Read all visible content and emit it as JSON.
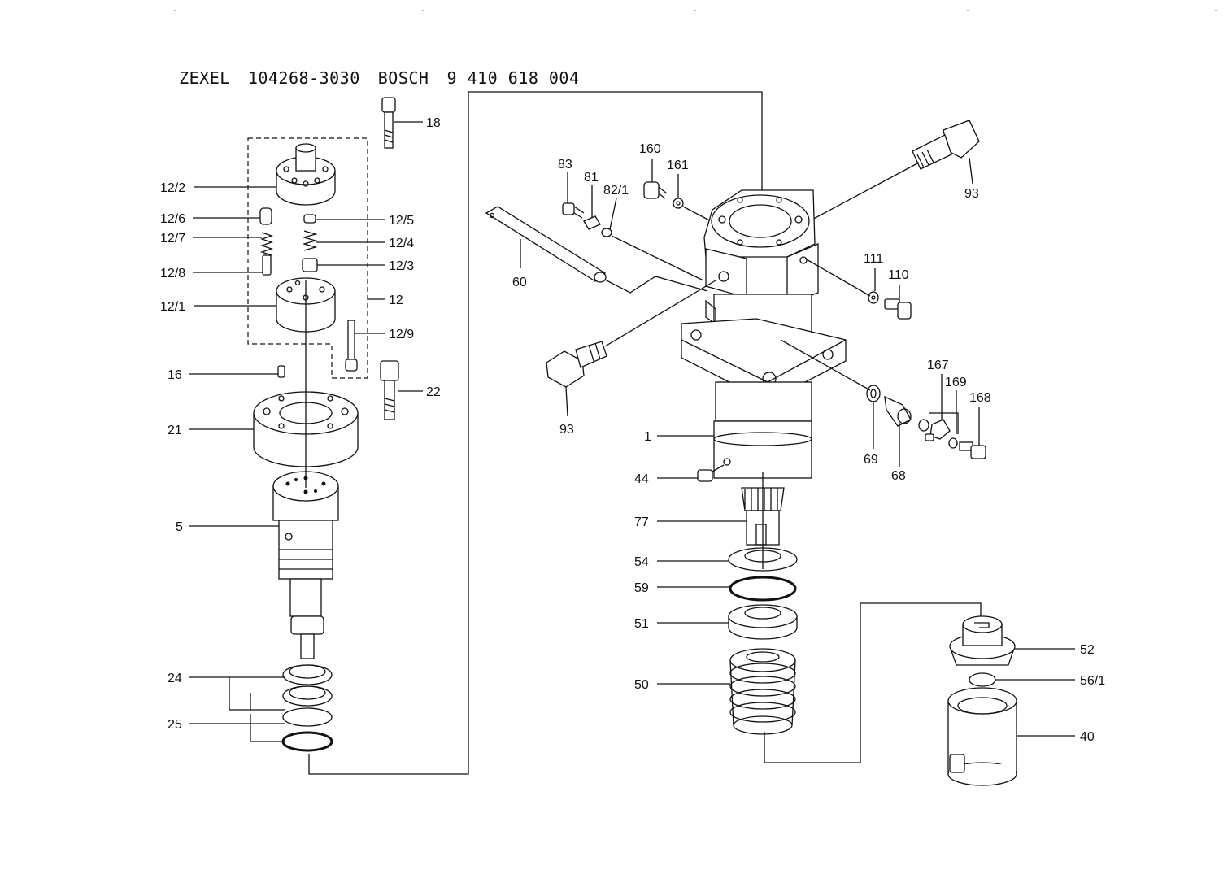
{
  "header": {
    "brand1": "ZEXEL",
    "part1": "104268-3030",
    "brand2": "BOSCH",
    "part2": "9 410 618 004"
  },
  "labels": {
    "p18": "18",
    "p12_2": "12/2",
    "p12_6": "12/6",
    "p12_5": "12/5",
    "p12_7": "12/7",
    "p12_4": "12/4",
    "p12_8": "12/8",
    "p12_3": "12/3",
    "p12_1": "12/1",
    "p12": "12",
    "p12_9": "12/9",
    "p16": "16",
    "p22": "22",
    "p21": "21",
    "p5": "5",
    "p24": "24",
    "p25": "25",
    "p83": "83",
    "p81": "81",
    "p82_1": "82/1",
    "p160": "160",
    "p161": "161",
    "p93a": "93",
    "p60": "60",
    "p111": "111",
    "p110": "110",
    "p93b": "93",
    "p167": "167",
    "p169": "169",
    "p168": "168",
    "p1": "1",
    "p69": "69",
    "p68": "68",
    "p44": "44",
    "p77": "77",
    "p54": "54",
    "p59": "59",
    "p51": "51",
    "p50": "50",
    "p52": "52",
    "p56_1": "56/1",
    "p40": "40"
  }
}
